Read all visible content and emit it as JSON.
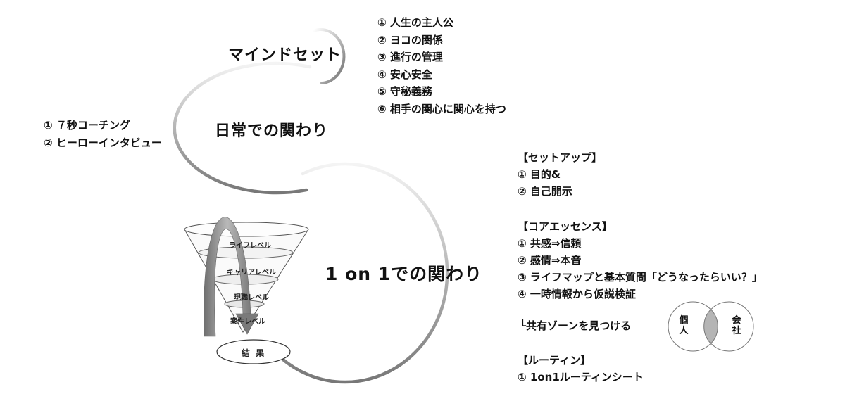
{
  "circles": {
    "mindset_label": "マインドセット",
    "daily_label": "日常での関わり",
    "one_on_one_label": "1 on 1での関わり"
  },
  "mindset_list": [
    "① 人生の主人公",
    "② ヨコの関係",
    "③ 進行の管理",
    "④ 安心安全",
    "⑤ 守秘義務",
    "⑥ 相手の関心に関心を持つ"
  ],
  "daily_list": [
    "① ７秒コーチング",
    "② ヒーローインタビュー"
  ],
  "setup": {
    "heading": "【セットアップ】",
    "items": [
      "① 目的&",
      "② 自己開示"
    ]
  },
  "core": {
    "heading": "【コアエッセンス】",
    "items": [
      "① 共感⇒信頼",
      "② 感情⇒本音",
      "③ ライフマップと基本質問「どうなったらいい？」",
      "④ 一時情報から仮説検証"
    ]
  },
  "shared_zone": "└共有ゾーンを見つける",
  "venn": {
    "left": [
      "個",
      "人"
    ],
    "right": [
      "会",
      "社"
    ],
    "overlap_color": "#b5b5b5"
  },
  "routine": {
    "heading": "【ルーティン】",
    "items": [
      "①  1on1ルーティンシート"
    ]
  },
  "funnel": {
    "levels": [
      "ライフレベル",
      "キャリアレベル",
      "現職レベル",
      "案件レベル"
    ],
    "result": "結 果"
  },
  "colors": {
    "arc_gray": "#9a9a9a",
    "arrow_gray": "#8a8a8a"
  }
}
